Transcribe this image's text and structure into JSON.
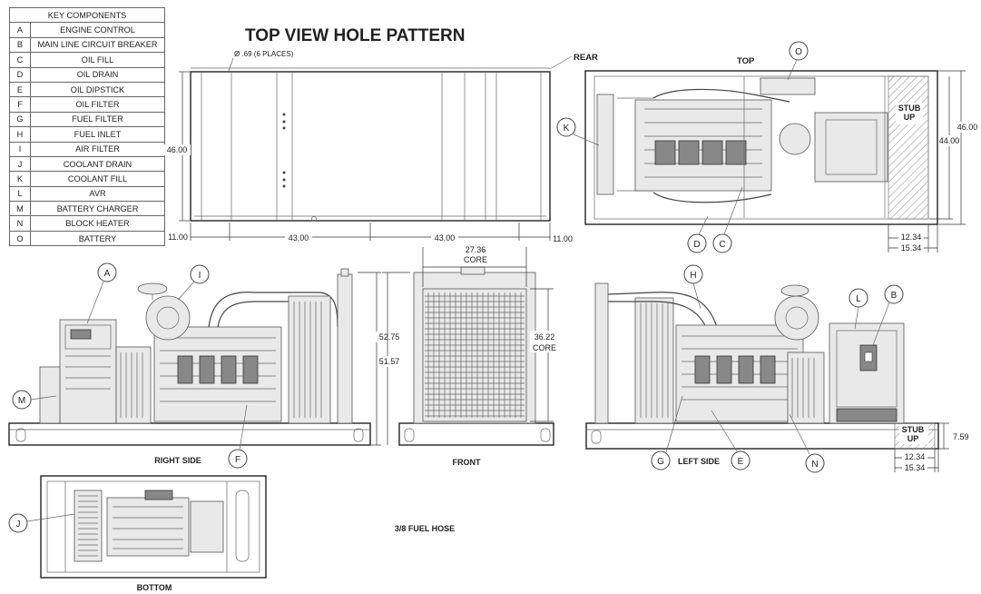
{
  "title": "TOP VIEW HOLE PATTERN",
  "key": {
    "heading": "KEY COMPONENTS",
    "items": [
      {
        "letter": "A",
        "name": "ENGINE CONTROL"
      },
      {
        "letter": "B",
        "name": "MAIN LINE CIRCUIT BREAKER"
      },
      {
        "letter": "C",
        "name": "OIL FILL"
      },
      {
        "letter": "D",
        "name": "OIL DRAIN"
      },
      {
        "letter": "E",
        "name": "OIL DIPSTICK"
      },
      {
        "letter": "F",
        "name": "OIL FILTER"
      },
      {
        "letter": "G",
        "name": "FUEL FILTER"
      },
      {
        "letter": "H",
        "name": "FUEL INLET"
      },
      {
        "letter": "I",
        "name": "AIR FILTER"
      },
      {
        "letter": "J",
        "name": "COOLANT DRAIN"
      },
      {
        "letter": "K",
        "name": "COOLANT FILL"
      },
      {
        "letter": "L",
        "name": "AVR"
      },
      {
        "letter": "M",
        "name": "BATTERY CHARGER"
      },
      {
        "letter": "N",
        "name": "BLOCK HEATER"
      },
      {
        "letter": "O",
        "name": "BATTERY"
      }
    ]
  },
  "hole_pattern": {
    "hole_note": "Ø .69 (6 PLACES)",
    "rear_label": "REAR",
    "height_dim": "46.00",
    "left_offset": "11.00",
    "span_left": "43.00",
    "span_right": "43.00",
    "right_offset": "11.00"
  },
  "top_view": {
    "label": "TOP",
    "stub_up": [
      "STUB",
      "UP"
    ],
    "dim_outer": "46.00",
    "dim_inner": "44.00",
    "dim_stub_a": "12.34",
    "dim_stub_b": "15.34",
    "callouts": [
      "O",
      "K",
      "D",
      "C"
    ]
  },
  "right_side": {
    "label": "RIGHT SIDE",
    "dim_tall": "52.75",
    "callouts": [
      "A",
      "I",
      "M",
      "F"
    ]
  },
  "front": {
    "label": "FRONT",
    "core_width": "27.36",
    "core_width_label": "CORE",
    "height": "51.57",
    "core_height": "36.22",
    "core_height_label": "CORE"
  },
  "left_side": {
    "label": "LEFT SIDE",
    "stub_up": [
      "STUB",
      "UP"
    ],
    "dim_base": "7.59",
    "dim_stub_a": "12.34",
    "dim_stub_b": "15.34",
    "callouts": [
      "H",
      "L",
      "B",
      "G",
      "E",
      "N"
    ]
  },
  "bottom": {
    "label": "BOTTOM",
    "callouts": [
      "J"
    ]
  },
  "fuel_hose_note": "3/8 FUEL HOSE"
}
